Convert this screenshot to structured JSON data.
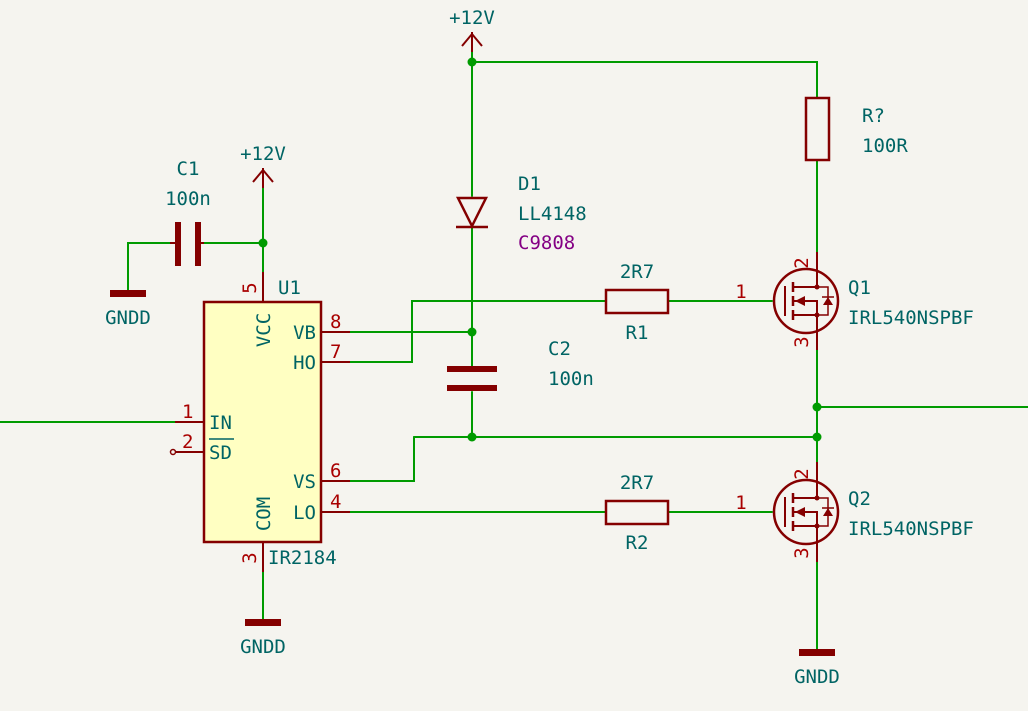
{
  "power": {
    "vcc_top": "+12V",
    "vcc_left": "+12V",
    "gnd_c1": "GNDD",
    "gnd_u1": "GNDD",
    "gnd_q2": "GNDD"
  },
  "c1": {
    "ref": "C1",
    "value": "100n"
  },
  "c2": {
    "ref": "C2",
    "value": "100n"
  },
  "d1": {
    "ref": "D1",
    "value": "LL4148",
    "field": "C9808"
  },
  "rq": {
    "ref": "R?",
    "value": "100R"
  },
  "r1": {
    "ref": "R1",
    "value": "2R7",
    "pin": "1"
  },
  "r2": {
    "ref": "R2",
    "value": "2R7",
    "pin": "1"
  },
  "q1": {
    "ref": "Q1",
    "value": "IRL540NSPBF",
    "pin2": "2",
    "pin3": "3"
  },
  "q2": {
    "ref": "Q2",
    "value": "IRL540NSPBF",
    "pin2": "2",
    "pin3": "3"
  },
  "u1": {
    "ref": "U1",
    "value": "IR2184",
    "pins": {
      "vcc": {
        "num": "5",
        "name": "VCC"
      },
      "vb": {
        "num": "8",
        "name": "VB"
      },
      "ho": {
        "num": "7",
        "name": "HO"
      },
      "in": {
        "num": "1",
        "name": "IN"
      },
      "sd": {
        "num": "2",
        "name": "SD"
      },
      "vs": {
        "num": "6",
        "name": "VS"
      },
      "lo": {
        "num": "4",
        "name": "LO"
      },
      "com": {
        "num": "3",
        "name": "COM"
      }
    }
  }
}
